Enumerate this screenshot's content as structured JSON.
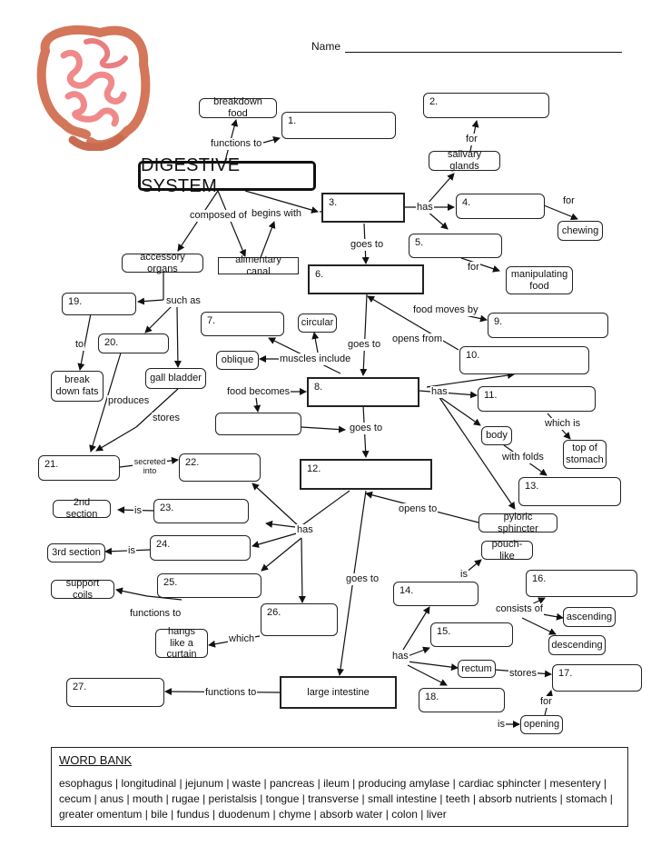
{
  "header": {
    "name_label": "Name"
  },
  "title": "DIGESTIVE SYSTEM",
  "boxes": {
    "breakdown": "breakdown food",
    "b1": "1.",
    "b2": "2.",
    "salivary": "salivary glands",
    "b3": "3.",
    "b4": "4.",
    "chewing": "chewing",
    "b5": "5.",
    "manipulating": "manipulating food",
    "accessory": "accessory organs",
    "alimentary": "alimentary canal",
    "b6": "6.",
    "b19": "19.",
    "b20": "20.",
    "b7": "7.",
    "circular": "circular",
    "b9": "9.",
    "oblique": "oblique",
    "b10": "10.",
    "gall": "gall bladder",
    "breakdown_fats": "break down fats",
    "b8": "8.",
    "b11": "11.",
    "body": "body",
    "top_stomach": "top of stomach",
    "b21": "21.",
    "b22": "22.",
    "b12": "12.",
    "b13": "13.",
    "second": "2nd section",
    "b23": "23.",
    "third": "3rd section",
    "b24": "24.",
    "pyloric": "pyloric sphincter",
    "pouch": "pouch-like",
    "support": "support coils",
    "b25": "25.",
    "b16": "16.",
    "b14": "14.",
    "ascending": "ascending",
    "b26": "26.",
    "b15": "15.",
    "curtain": "hangs like a curtain",
    "descending": "descending",
    "rectum": "rectum",
    "b17": "17.",
    "b27": "27.",
    "large": "large intestine",
    "b18": "18.",
    "opening": "opening"
  },
  "labels": {
    "functions_to_1": "functions to",
    "for_1": "for",
    "has_1": "has",
    "for_2": "for",
    "composed_of": "composed of",
    "begins_with": "begins with",
    "goes_to_1": "goes to",
    "for_3": "for",
    "such_as": "such as",
    "food_moves_by": "food moves by",
    "to": "to",
    "muscles_include": "muscles include",
    "goes_to_2": "goes to",
    "opens_from": "opens from",
    "produces": "produces",
    "food_becomes": "food becomes",
    "has_2": "has",
    "stores_1": "stores",
    "goes_to_3": "goes to",
    "which_is": "which is",
    "with_folds": "with folds",
    "secreted_into": "secreted into",
    "is_1": "is",
    "has_3": "has",
    "is_2": "is",
    "opens_to": "opens to",
    "is_3": "is",
    "goes_to_4": "goes to",
    "functions_to_2": "functions to",
    "consists_of": "consists of",
    "which": "which",
    "has_4": "has",
    "stores_2": "stores",
    "for_4": "for",
    "functions_to_3": "functions to",
    "is_4": "is"
  },
  "word_bank": {
    "title": "WORD BANK",
    "words": "esophagus | longitudinal | jejunum | waste | pancreas | ileum | producing amylase | cardiac sphincter | mesentery | cecum | anus | mouth | rugae | peristalsis | tongue | transverse | small intestine | teeth | absorb nutrients | stomach | greater omentum | bile | fundus | duodenum | chyme | absorb water |  colon | liver"
  }
}
